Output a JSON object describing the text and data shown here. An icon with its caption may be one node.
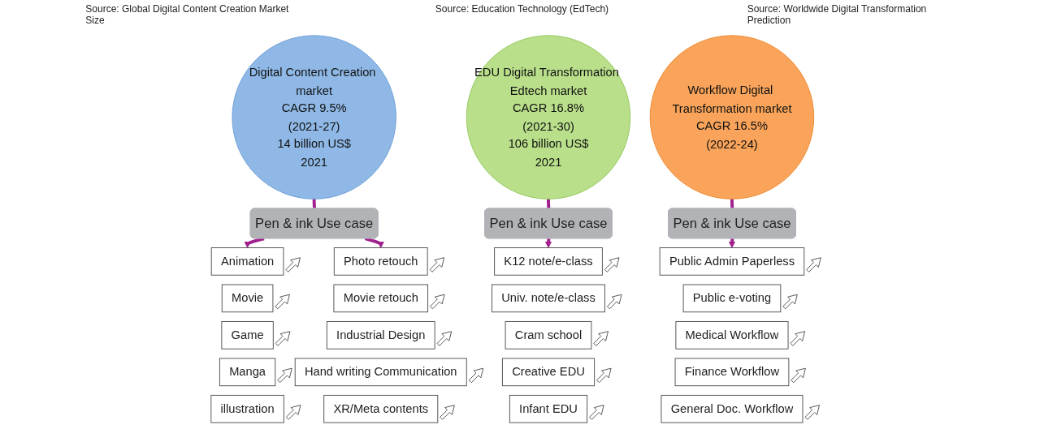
{
  "diagram": {
    "nodes": [
      {
        "text": [
          "Digital Content Creation market",
          "CAGR 9.5%",
          "(2021-27)",
          "14 billion US$",
          "2021"
        ]
      },
      {
        "text": [
          "Pen & ink Use case"
        ]
      },
      {
        "text": [
          "Animation"
        ]
      },
      {
        "text": [
          "Movie"
        ]
      },
      {
        "text": [
          "Game"
        ]
      },
      {
        "text": [
          "Manga"
        ]
      },
      {
        "text": [
          "illustration"
        ]
      },
      {
        "text": [
          "Photo retouch"
        ]
      },
      {
        "text": [
          "Movie retouch"
        ]
      },
      {
        "text": [
          "Industrial Design"
        ]
      },
      {
        "text": [
          "Hand writing Communication"
        ]
      },
      {
        "text": [
          "XR/Meta contents"
        ]
      },
      {
        "text": [
          "EDU Digital Transformation Edtech market",
          "CAGR 16.8%",
          "(2021-30)",
          "106 billion US$",
          "2021"
        ]
      },
      {
        "text": [
          "Pen & ink Use case"
        ]
      },
      {
        "text": [
          "K12 note/e-class"
        ]
      },
      {
        "text": [
          "Univ. note/e-class"
        ]
      },
      {
        "text": [
          "Cram school"
        ]
      },
      {
        "text": [
          "Creative EDU"
        ]
      },
      {
        "text": [
          "Infant EDU"
        ]
      },
      {
        "text": [
          "Workflow Digital Transformation market",
          "CAGR 16.5%",
          "(2022-24)"
        ]
      },
      {
        "text": [
          "Pen & ink Use case"
        ]
      },
      {
        "text": [
          "Public Admin Paperless"
        ]
      },
      {
        "text": [
          "Public e-voting"
        ]
      },
      {
        "text": [
          "Medical Workflow"
        ]
      },
      {
        "text": [
          "Finance Workflow"
        ]
      },
      {
        "text": [
          "General Doc. Workflow"
        ]
      }
    ],
    "edges": [
      {
        "from": 0,
        "to": 1,
        "arrow": "none"
      },
      {
        "from": 1,
        "to": 2,
        "arrow": "to"
      },
      {
        "from": 1,
        "to": 7,
        "arrow": "to"
      },
      {
        "from": 12,
        "to": 13,
        "arrow": "none"
      },
      {
        "from": 13,
        "to": 14,
        "arrow": "to"
      },
      {
        "from": 19,
        "to": 20,
        "arrow": "none"
      },
      {
        "from": 20,
        "to": 21,
        "arrow": "to"
      }
    ],
    "labels": [
      "Source: Global Digital Content Creation Market Size",
      "Source: Education Technology (EdTech)",
      "Source: Worldwide Digital Transformation Prediction"
    ]
  }
}
